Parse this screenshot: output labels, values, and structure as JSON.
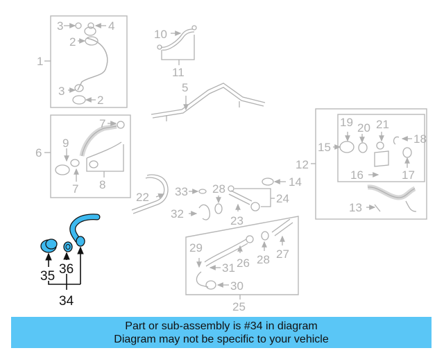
{
  "diagram": {
    "highlight_color": "#3db9ef",
    "banner_color": "#5ac6f6",
    "labels": {
      "n1": "1",
      "n2a": "2",
      "n2b": "2",
      "n3a": "3",
      "n3b": "3",
      "n4": "4",
      "n5": "5",
      "n6": "6",
      "n7a": "7",
      "n7b": "7",
      "n8": "8",
      "n9": "9",
      "n10": "10",
      "n11": "11",
      "n12": "12",
      "n13": "13",
      "n14": "14",
      "n15": "15",
      "n16": "16",
      "n17": "17",
      "n18": "18",
      "n19": "19",
      "n20": "20",
      "n21": "21",
      "n22": "22",
      "n23": "23",
      "n24": "24",
      "n25": "25",
      "n26": "26",
      "n27": "27",
      "n28a": "28",
      "n28b": "28",
      "n29": "29",
      "n30": "30",
      "n31": "31",
      "n32": "32",
      "n33": "33",
      "n34": "34",
      "n35": "35",
      "n36": "36"
    }
  },
  "banner": {
    "line1": "Part or sub-assembly is #34 in diagram",
    "line2": "Diagram may not be specific to your vehicle"
  }
}
